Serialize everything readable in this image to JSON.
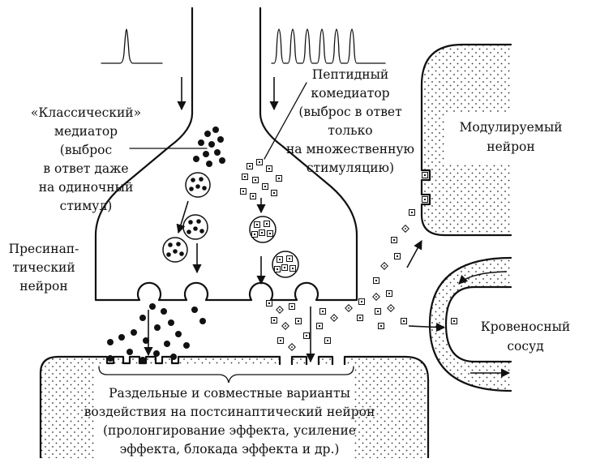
{
  "labels": {
    "classic_1": "«Классический»",
    "classic_2": "медиатор",
    "classic_3": "(выброс",
    "classic_4": "в ответ даже",
    "classic_5": "на одиночный",
    "classic_6": "стимул)",
    "peptide_1": "Пептидный",
    "peptide_2": "комедиатор",
    "peptide_3": "(выброс в ответ",
    "peptide_4": "только",
    "peptide_5": "на множественную",
    "peptide_6": "стимуляцию)",
    "presyn_1": "Пресинап-",
    "presyn_2": "тический",
    "presyn_3": "нейрон",
    "modulated_1": "Модулируемый",
    "modulated_2": "нейрон",
    "vessel_1": "Кровеносный",
    "vessel_2": "сосуд",
    "bottom_1": "Раздельные и совместные варианты",
    "bottom_2": "воздействия на постсинаптический нейрон",
    "bottom_3": "(пролонгирование эффекта, усиление",
    "bottom_4": "эффекта, блокада эффекта и др.)"
  }
}
